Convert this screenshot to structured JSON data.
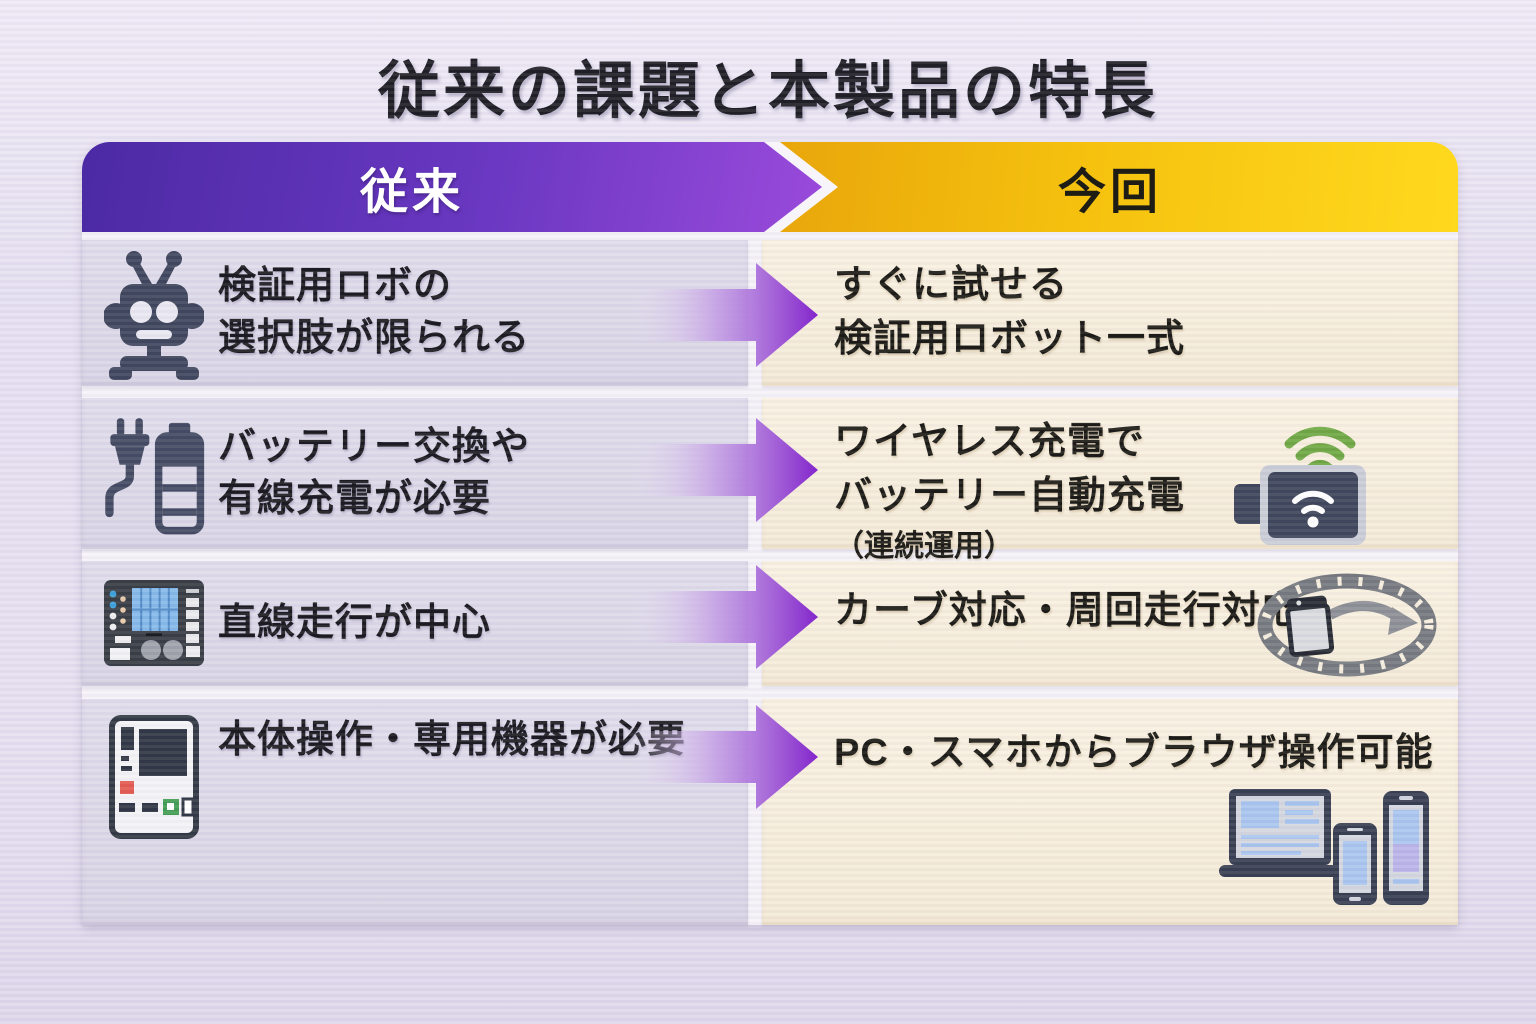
{
  "title": "従来の課題と本製品の特長",
  "header": {
    "conventional": "従来",
    "new": "今回"
  },
  "rows": [
    {
      "left": {
        "icon": "robot-icon",
        "lines": [
          "検証用ロボの",
          "選択肢が限られる"
        ]
      },
      "right": {
        "lines": [
          "すぐに試せる",
          "検証用ロボット一式"
        ]
      }
    },
    {
      "left": {
        "icon": "battery-plug-icon",
        "lines": [
          "バッテリー交換や",
          "有線充電が必要"
        ]
      },
      "right": {
        "icon": "wireless-charging-icon",
        "lines": [
          "ワイヤレス充電で",
          "バッテリー自動充電"
        ],
        "note": "（連続運用）"
      }
    },
    {
      "left": {
        "icon": "control-panel-icon",
        "lines": [
          "直線走行が中心"
        ]
      },
      "right": {
        "icon": "loop-track-icon",
        "lines": [
          "カーブ対応・周回走行対応"
        ]
      }
    },
    {
      "left": {
        "icon": "device-panel-icon",
        "lines": [
          "本体操作・専用機器が必要"
        ]
      },
      "right": {
        "icon": "devices-icon",
        "lines": [
          "PC・スマホからブラウザ操作可能"
        ]
      }
    }
  ],
  "colors": {
    "header_purple_dark": "#4C2AA4",
    "header_purple_light": "#9A4ADB",
    "header_yellow_dark": "#E8A50B",
    "header_yellow_light": "#FFD91E",
    "arrow_purple": "#8326CC",
    "left_cell_bg": "#DCD8E7",
    "right_cell_bg": "#F7EFDE",
    "icon_navy": "#3A4158",
    "wifi_green": "#6BA63F"
  }
}
